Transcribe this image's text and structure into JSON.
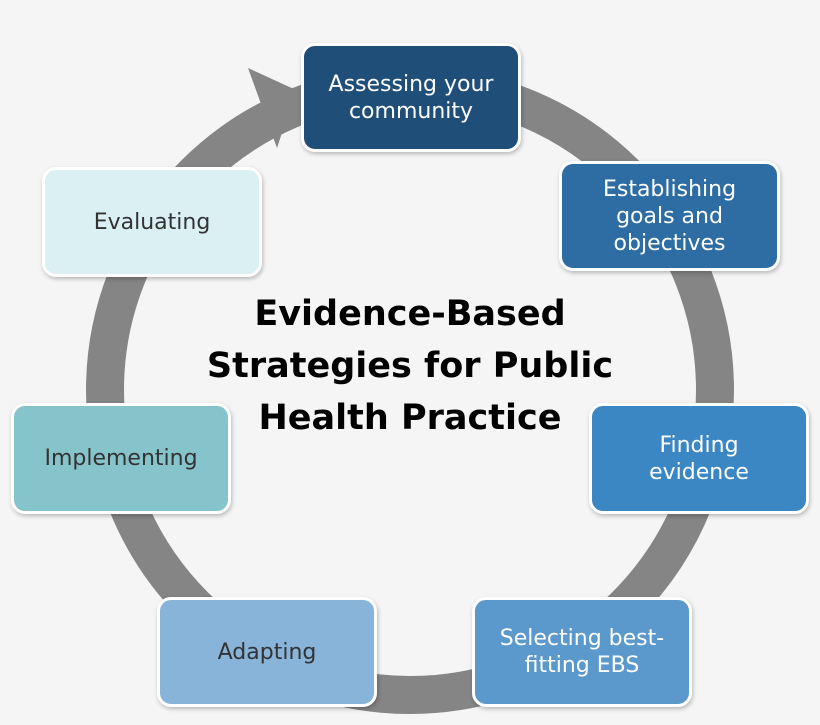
{
  "diagram": {
    "title": "Evidence-Based\nStrategies for Public\nHealth Practice",
    "steps": [
      {
        "label": "Assessing your\ncommunity",
        "fill": "#1f4e79",
        "text_color": "#ffffff"
      },
      {
        "label": "Establishing\ngoals and\nobjectives",
        "fill": "#2e6da4",
        "text_color": "#ffffff"
      },
      {
        "label": "Finding\nevidence",
        "fill": "#3a87c3",
        "text_color": "#ffffff"
      },
      {
        "label": "Selecting best-\nfitting EBS",
        "fill": "#5b99cc",
        "text_color": "#ffffff"
      },
      {
        "label": "Adapting",
        "fill": "#88b4d9",
        "text_color": "#333333"
      },
      {
        "label": "Implementing",
        "fill": "#86c4cc",
        "text_color": "#333333"
      },
      {
        "label": "Evaluating",
        "fill": "#daf0f3",
        "text_color": "#333333"
      }
    ],
    "colors": {
      "ring": "#858585",
      "background": "#f5f5f5",
      "box_border": "#ffffff"
    }
  }
}
